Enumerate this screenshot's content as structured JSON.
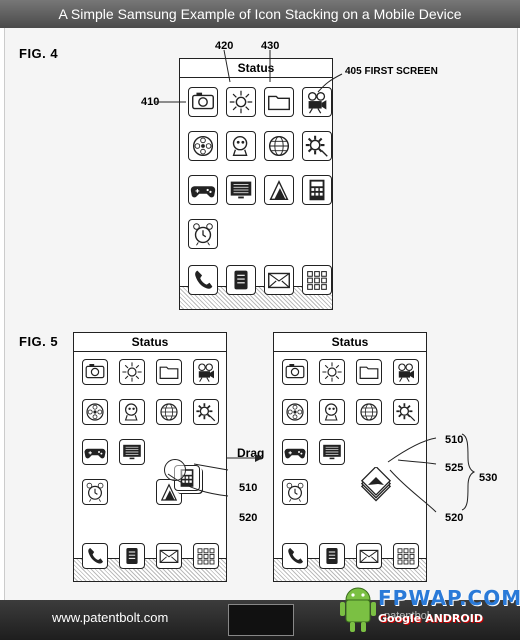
{
  "title": "A Simple Samsung Example of Icon Stacking on a Mobile Device",
  "fig4_label": "FIG. 4",
  "fig5_label": "FIG. 5",
  "status_label": "Status",
  "drag_label": "Drag",
  "refs": {
    "r410": "410",
    "r420": "420",
    "r430": "430",
    "r405": "405 FIRST SCREEN",
    "r510a": "510",
    "r520a": "520",
    "r510b": "510",
    "r525": "525",
    "r530": "530",
    "r520b": "520"
  },
  "icons": [
    "camera-icon",
    "sun-icon",
    "folder-icon",
    "movie-camera-icon",
    "film-reel-icon",
    "mascot-icon",
    "globe-icon",
    "gear-icon",
    "gamepad-icon",
    "monitor-icon",
    "triangle-app-icon",
    "calculator-icon",
    "alarm-clock-icon"
  ],
  "dock_icons": [
    "phone-icon",
    "contacts-icon",
    "mail-icon",
    "apps-grid-icon"
  ],
  "footer": {
    "site": "www.patentbolt.com",
    "right": "patentbol"
  },
  "watermark": {
    "line1": "FPWAP.COM",
    "line2": "Google ANDROID"
  }
}
